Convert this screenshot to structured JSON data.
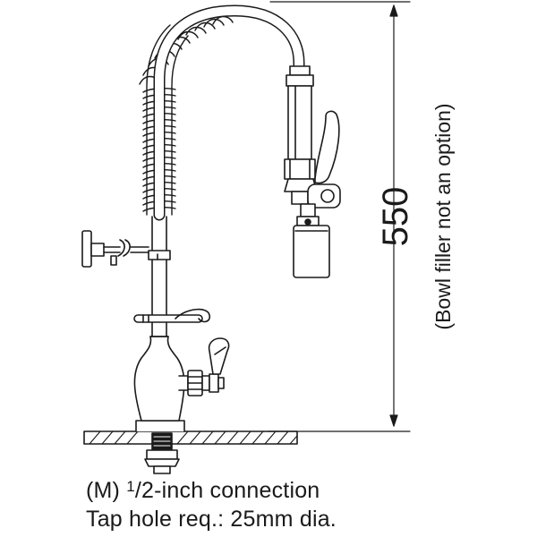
{
  "dimension": {
    "value": "550",
    "note": "(Bowl filler not an option)"
  },
  "captions": {
    "line1_prefix": "(M)",
    "line1_fraction_num": "1",
    "line1_fraction_den": "2",
    "line1_suffix": "-inch connection",
    "line2": "Tap hole req.: 25mm dia."
  },
  "colors": {
    "line": "#1a1a1a",
    "fill": "#ffffff"
  }
}
